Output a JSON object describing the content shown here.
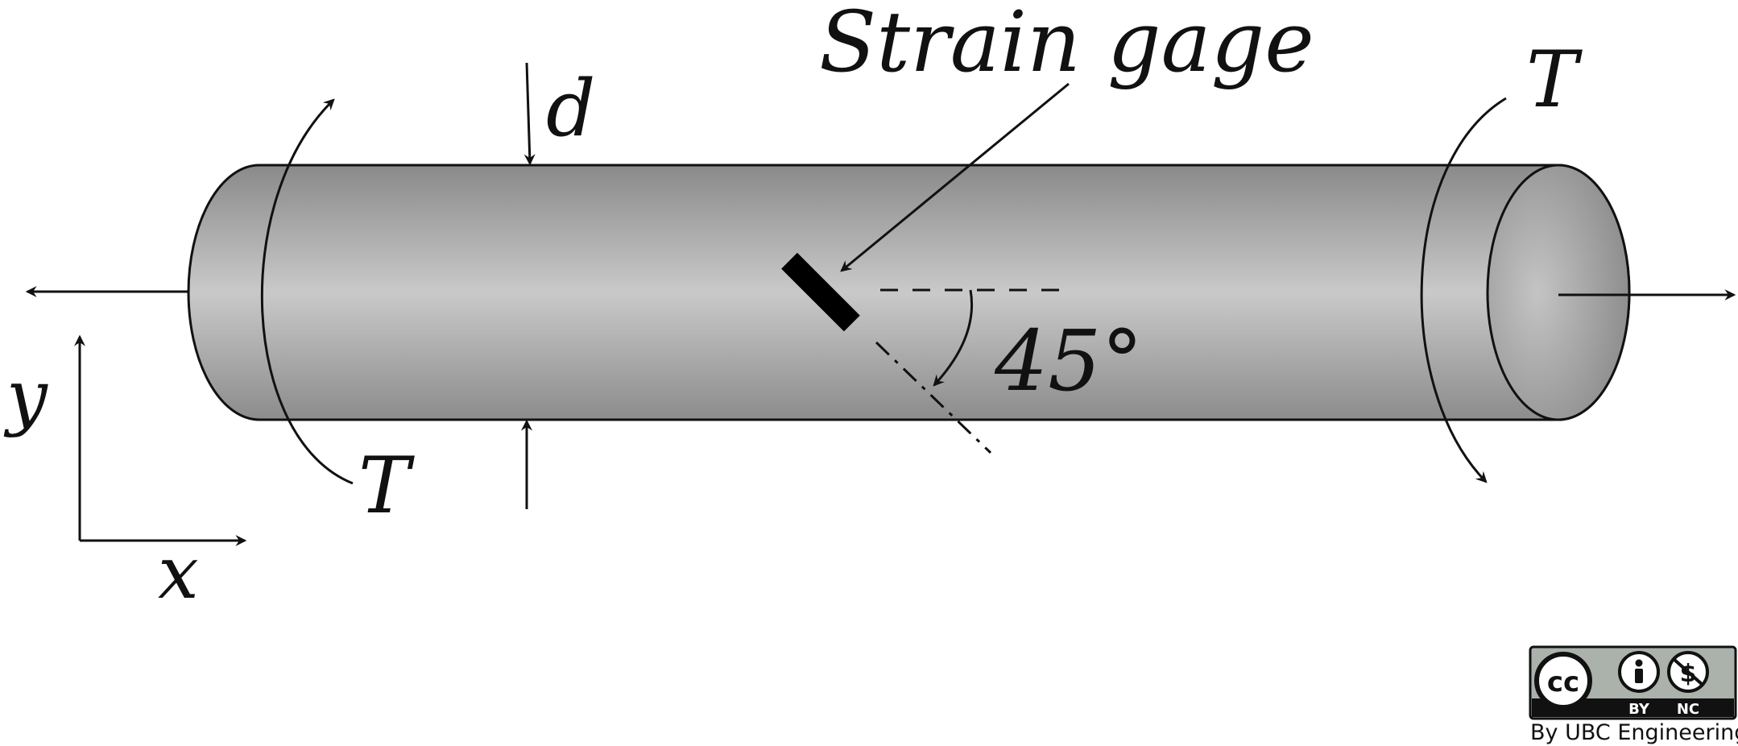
{
  "labels": {
    "strain_gage": "Strain gage",
    "torque_left": "T",
    "torque_right": "T",
    "diameter": "d",
    "angle": "45°",
    "axis_x": "x",
    "axis_y": "y"
  },
  "license": {
    "cc": "cc",
    "by": "BY",
    "nc": "NC",
    "credit": "By UBC Engineering"
  },
  "colors": {
    "shaft_dark": "#8a8a8a",
    "shaft_light": "#c9c9c9",
    "ink": "#111111",
    "badge_grey": "#aab2ab"
  },
  "angle_degrees": 45
}
